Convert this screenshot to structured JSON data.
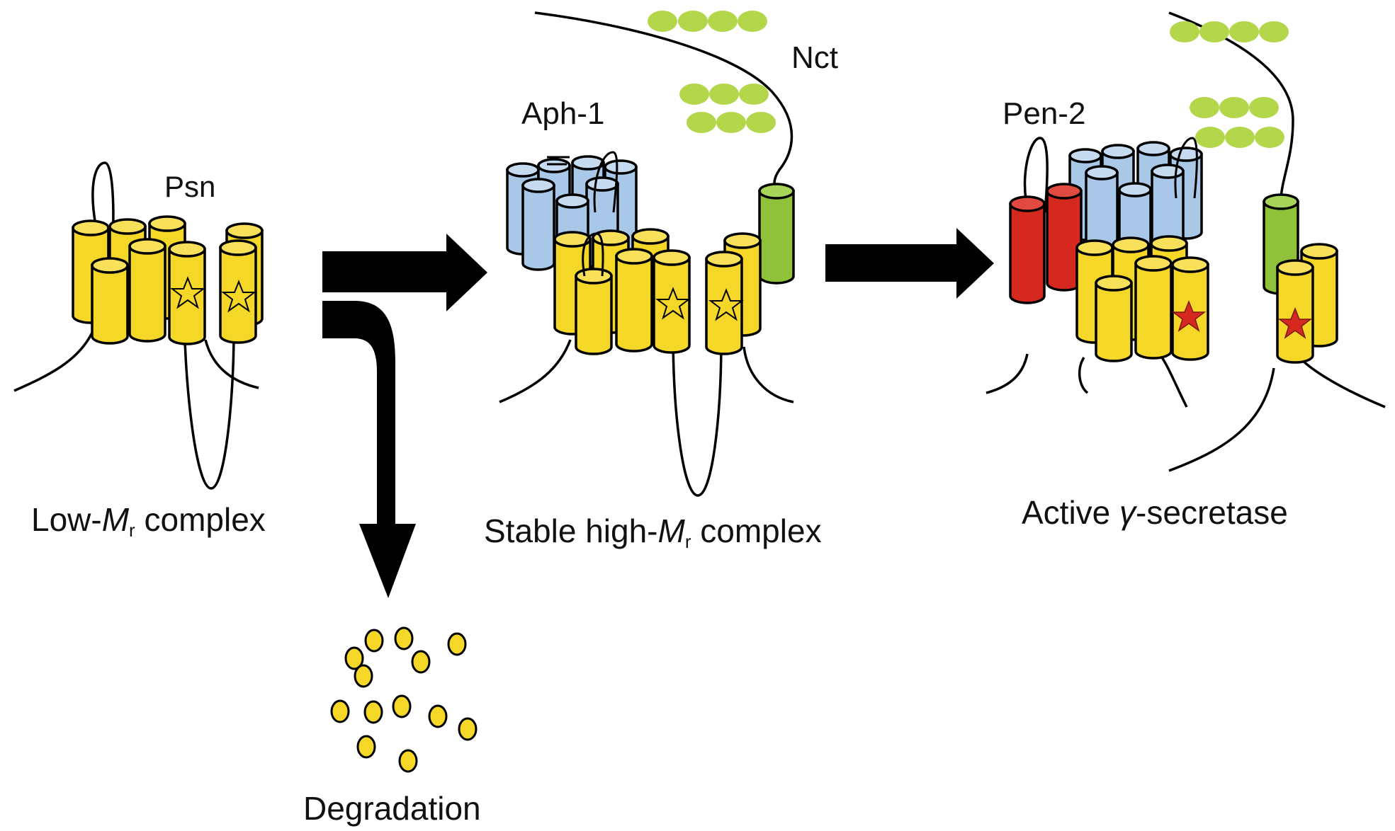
{
  "labels": {
    "psn": "Psn",
    "aph1": "Aph-1",
    "nct": "Nct",
    "pen2": "Pen-2",
    "low_complex_prefix": "Low-",
    "low_complex_M": "M",
    "low_complex_sub": "r",
    "low_complex_suffix": " complex",
    "stable_prefix": "Stable high-",
    "stable_M": "M",
    "stable_sub": "r",
    "stable_suffix": " complex",
    "active_prefix": "Active ",
    "active_gamma": "γ",
    "active_suffix": "-secretase",
    "degradation": "Degradation"
  },
  "colors": {
    "presenilin": "#f5d727",
    "aph1": "#a9c8e8",
    "nicastrin": "#8fc23a",
    "glycan": "#b3d64a",
    "pen2": "#d5281f",
    "active_site_star": "#d5281f",
    "arrow": "#000000"
  },
  "icons": {
    "active_site_inactive": "star-outline-icon",
    "active_site_active": "star-filled-icon"
  }
}
